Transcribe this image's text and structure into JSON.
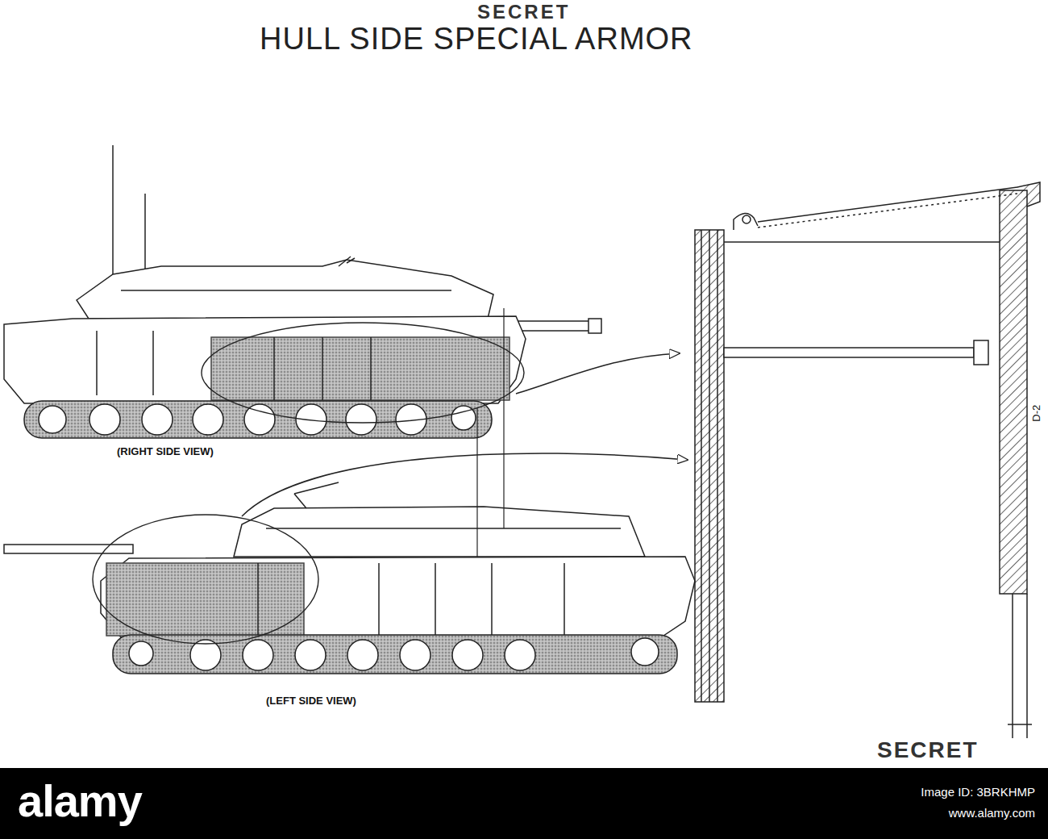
{
  "diagram": {
    "title": "HULL SIDE SPECIAL ARMOR",
    "labels": [
      "SECRET",
      "(RIGHT SIDE VIEW)",
      "(LEFT SIDE VIEW)",
      "D-2",
      "SECRET",
      "alamy",
      "Image ID: 3BRKHMP",
      "www.alamy.com"
    ]
  }
}
